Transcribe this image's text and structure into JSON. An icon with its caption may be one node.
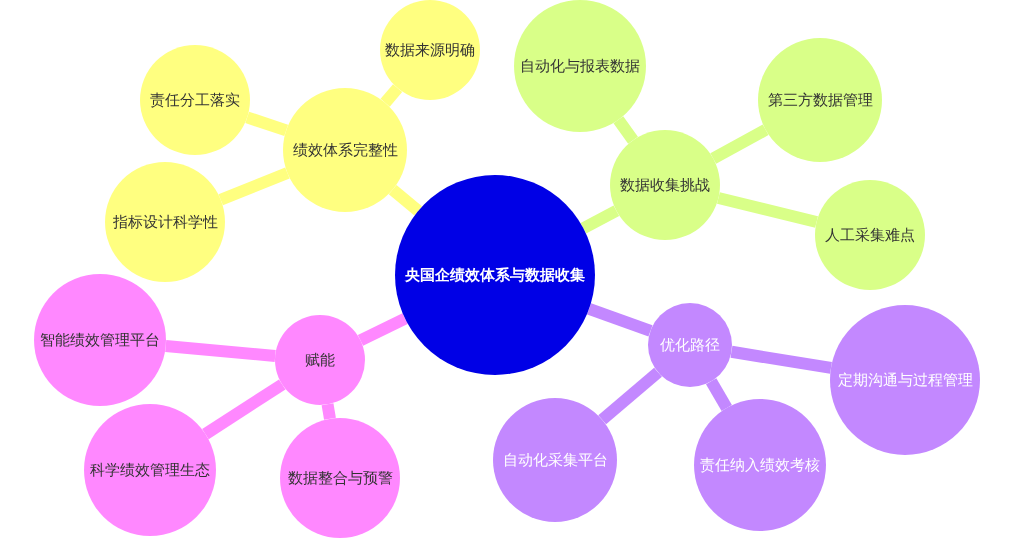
{
  "diagram": {
    "nodes": [
      {
        "text": [
          "央国企绩效体系与数据收集"
        ]
      },
      {
        "text": [
          "绩效体系完整性"
        ]
      },
      {
        "text": [
          "数据来源明确"
        ]
      },
      {
        "text": [
          "责任分工落实"
        ]
      },
      {
        "text": [
          "指标设计科学性"
        ]
      },
      {
        "text": [
          "数据收集挑战"
        ]
      },
      {
        "text": [
          "自动化与报表数据"
        ]
      },
      {
        "text": [
          "第三方数据管理"
        ]
      },
      {
        "text": [
          "人工采集难点"
        ]
      },
      {
        "text": [
          "赋能"
        ]
      },
      {
        "text": [
          "智能绩效管理平台"
        ]
      },
      {
        "text": [
          "科学绩效管理生态"
        ]
      },
      {
        "text": [
          "数据整合与预警"
        ]
      },
      {
        "text": [
          "优化路径"
        ]
      },
      {
        "text": [
          "自动化采集平台"
        ]
      },
      {
        "text": [
          "定期沟通与过程管理"
        ]
      },
      {
        "text": [
          "责任纳入绩效考核"
        ]
      }
    ],
    "edges": [
      {
        "from": 0,
        "to": 1,
        "arrow": "none",
        "color": "#ffff80"
      },
      {
        "from": 1,
        "to": 2,
        "arrow": "none",
        "color": "#ffff80"
      },
      {
        "from": 1,
        "to": 3,
        "arrow": "none",
        "color": "#ffff80"
      },
      {
        "from": 1,
        "to": 4,
        "arrow": "none",
        "color": "#ffff80"
      },
      {
        "from": 0,
        "to": 5,
        "arrow": "none",
        "color": "#d9ff88"
      },
      {
        "from": 5,
        "to": 6,
        "arrow": "none",
        "color": "#d9ff88"
      },
      {
        "from": 5,
        "to": 7,
        "arrow": "none",
        "color": "#d9ff88"
      },
      {
        "from": 5,
        "to": 8,
        "arrow": "none",
        "color": "#d9ff88"
      },
      {
        "from": 0,
        "to": 9,
        "arrow": "none",
        "color": "#ff88ff"
      },
      {
        "from": 9,
        "to": 10,
        "arrow": "none",
        "color": "#ff88ff"
      },
      {
        "from": 9,
        "to": 11,
        "arrow": "none",
        "color": "#ff88ff"
      },
      {
        "from": 9,
        "to": 12,
        "arrow": "none",
        "color": "#ff88ff"
      },
      {
        "from": 0,
        "to": 13,
        "arrow": "none",
        "color": "#c388ff"
      },
      {
        "from": 13,
        "to": 14,
        "arrow": "none",
        "color": "#c388ff"
      },
      {
        "from": 13,
        "to": 15,
        "arrow": "none",
        "color": "#c388ff"
      },
      {
        "from": 13,
        "to": 16,
        "arrow": "none",
        "color": "#c388ff"
      }
    ]
  }
}
